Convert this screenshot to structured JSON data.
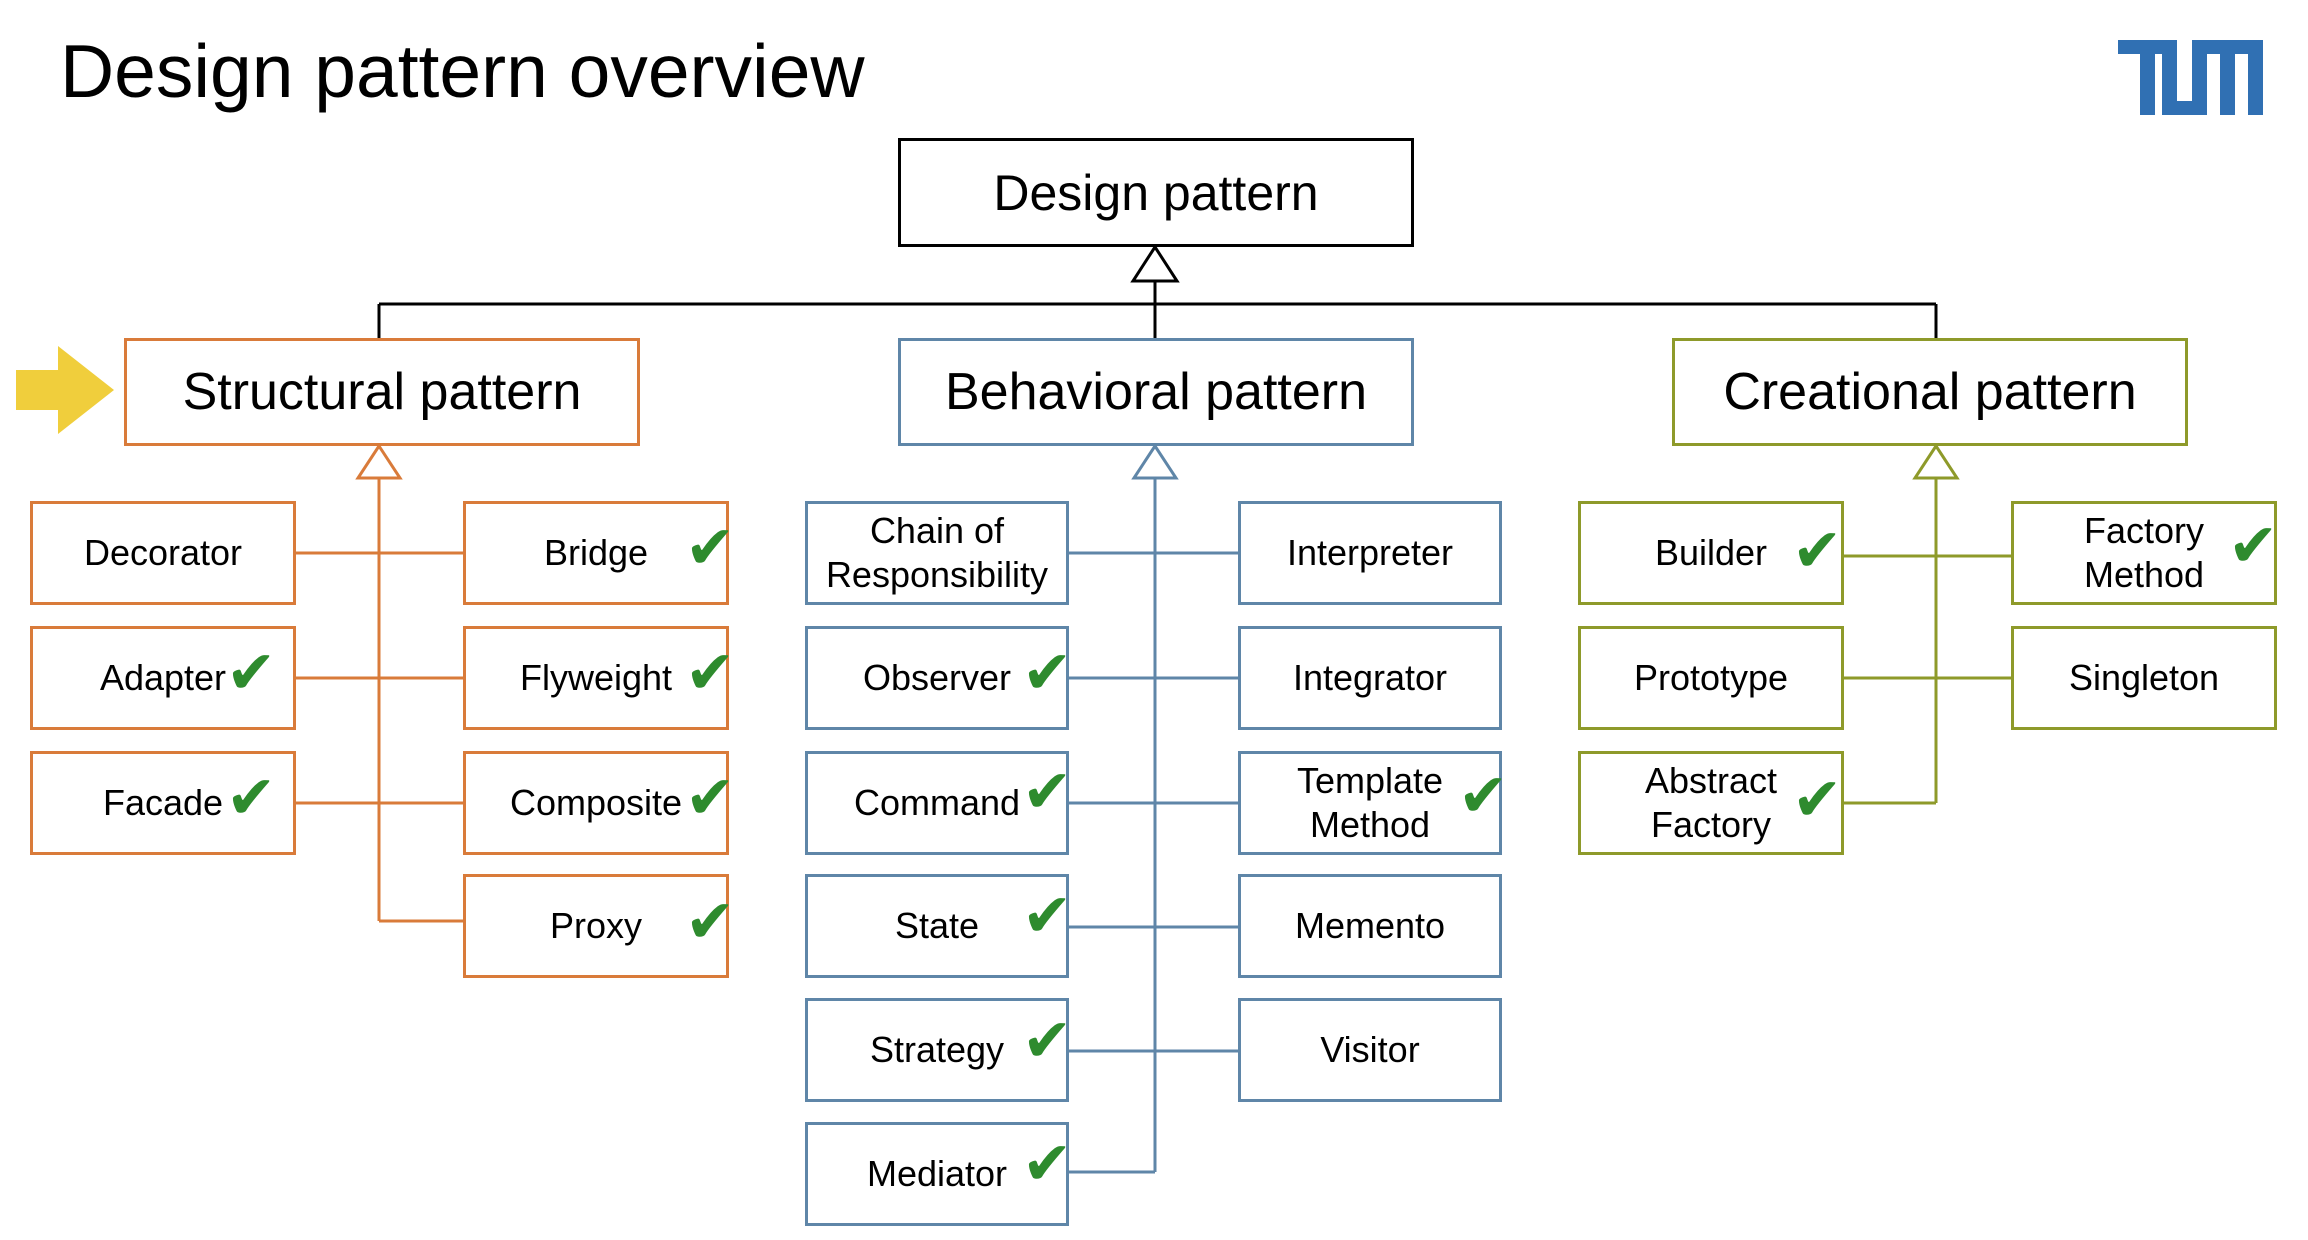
{
  "title": "Design pattern overview",
  "logo": {
    "text": "TUM",
    "color": "#3070B3"
  },
  "colors": {
    "structural": "#D97B3A",
    "behavioral": "#5F86A8",
    "creational": "#8E9A2A",
    "check": "#2E8B2E",
    "arrow": "#F0CE3C"
  },
  "root": {
    "label": "Design pattern"
  },
  "categories": {
    "structural": {
      "label": "Structural pattern",
      "highlighted": true
    },
    "behavioral": {
      "label": "Behavioral pattern"
    },
    "creational": {
      "label": "Creational pattern"
    }
  },
  "structural": [
    {
      "label": "Decorator",
      "checked": false
    },
    {
      "label": "Adapter",
      "checked": true
    },
    {
      "label": "Facade",
      "checked": true
    },
    {
      "label": "Bridge",
      "checked": true
    },
    {
      "label": "Flyweight",
      "checked": true
    },
    {
      "label": "Composite",
      "checked": true
    },
    {
      "label": "Proxy",
      "checked": true
    }
  ],
  "behavioral": [
    {
      "label": "Chain of\nResponsibility",
      "checked": false
    },
    {
      "label": "Observer",
      "checked": true
    },
    {
      "label": "Command",
      "checked": true
    },
    {
      "label": "State",
      "checked": true
    },
    {
      "label": "Strategy",
      "checked": true
    },
    {
      "label": "Mediator",
      "checked": true
    },
    {
      "label": "Interpreter",
      "checked": false
    },
    {
      "label": "Integrator",
      "checked": false
    },
    {
      "label": "Template\nMethod",
      "checked": true
    },
    {
      "label": "Memento",
      "checked": false
    },
    {
      "label": "Visitor",
      "checked": false
    }
  ],
  "creational": [
    {
      "label": "Builder",
      "checked": true
    },
    {
      "label": "Prototype",
      "checked": false
    },
    {
      "label": "Abstract\nFactory",
      "checked": true
    },
    {
      "label": "Factory\nMethod",
      "checked": true
    },
    {
      "label": "Singleton",
      "checked": false
    }
  ],
  "check_glyph": "✔",
  "icons": {
    "arrow": "right-arrow-icon",
    "check": "check-icon",
    "logo": "tum-logo-icon"
  }
}
